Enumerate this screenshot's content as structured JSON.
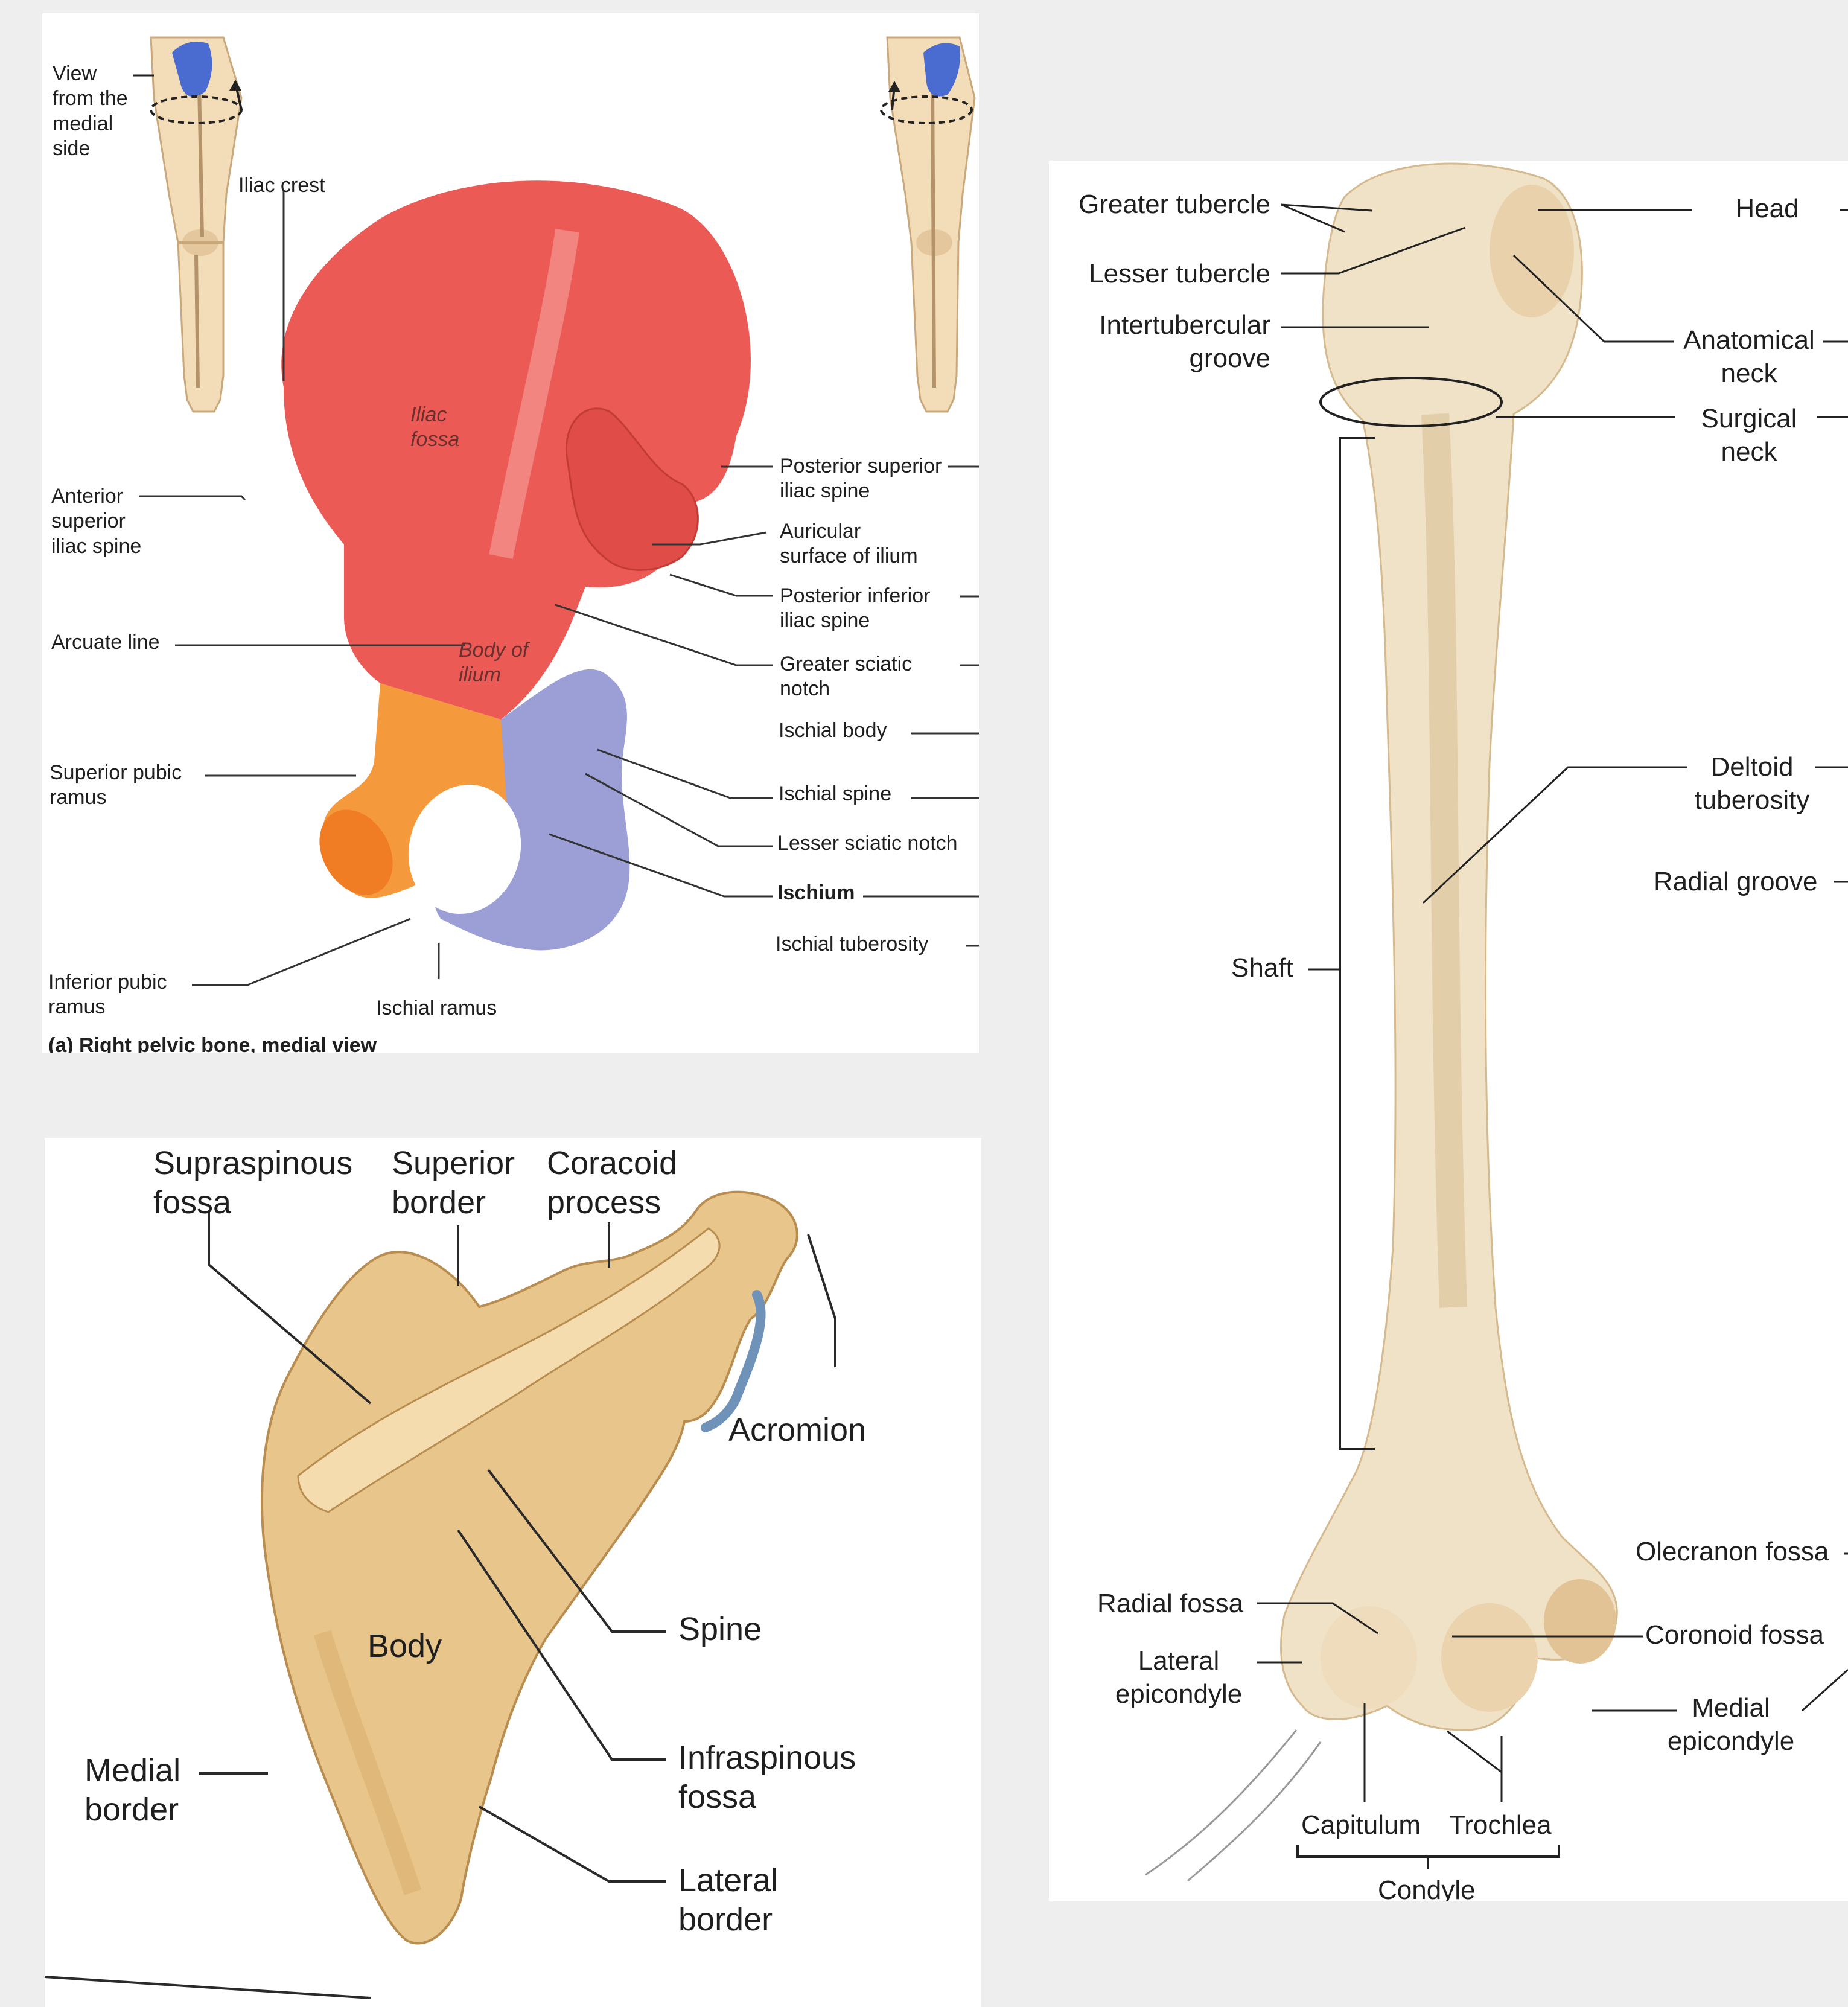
{
  "pelvis": {
    "view_note": "View\nfrom the\nmedial\nside",
    "caption": "(a) Right pelvic bone, medial view",
    "labels": {
      "iliac_crest": "Iliac crest",
      "iliac_fossa": "Iliac\nfossa",
      "asis": "Anterior\nsuperior\niliac spine",
      "arcuate_line": "Arcuate line",
      "body_of_ilium": "Body of\nilium",
      "superior_pubic_ramus": "Superior pubic\nramus",
      "inferior_pubic_ramus": "Inferior pubic\nramus",
      "ischial_ramus": "Ischial ramus",
      "psis": "Posterior superior\niliac spine",
      "auricular": "Auricular\nsurface of ilium",
      "piis": "Posterior inferior\niliac spine",
      "greater_sciatic": "Greater sciatic\nnotch",
      "ischial_body": "Ischial body",
      "ischial_spine": "Ischial spine",
      "lesser_sciatic": "Lesser sciatic notch",
      "ischium": "Ischium",
      "ischial_tuberosity": "Ischial tuberosity"
    },
    "colors": {
      "ilium": "#ec5a55",
      "pubis": "#f59a3c",
      "ischium": "#9b9fd6",
      "leg": "#f3dcb8",
      "hip_highlight": "#4a6bd0"
    }
  },
  "scapula": {
    "labels": {
      "supraspinous": "Supraspinous\nfossa",
      "superior_border": "Superior\nborder",
      "coracoid": "Coracoid\nprocess",
      "acromion": "Acromion",
      "body": "Body",
      "spine": "Spine",
      "infraspinous": "Infraspinous\nfossa",
      "medial_border": "Medial\nborder",
      "lateral_border": "Lateral\nborder"
    },
    "colors": {
      "bone": "#e8c58a",
      "edge": "#b98c4f",
      "acromion_edge": "#6f93b8"
    }
  },
  "humerus": {
    "labels": {
      "greater_tubercle": "Greater tubercle",
      "lesser_tubercle": "Lesser tubercle",
      "intertubercular": "Intertubercular\ngroove",
      "head": "Head",
      "anatomical_neck": "Anatomical\nneck",
      "surgical_neck": "Surgical\nneck",
      "deltoid": "Deltoid\ntuberosity",
      "radial_groove": "Radial groove",
      "shaft": "Shaft",
      "olecranon": "Olecranon fossa",
      "radial_fossa": "Radial fossa",
      "coronoid": "Coronoid fossa",
      "lateral_epicondyle": "Lateral\nepicondyle",
      "medial_epicondyle": "Medial\nepicondyle",
      "capitulum": "Capitulum",
      "trochlea": "Trochlea",
      "condyle": "Condyle"
    },
    "colors": {
      "bone": "#f0e2c6",
      "shade": "#d9bd93"
    }
  }
}
